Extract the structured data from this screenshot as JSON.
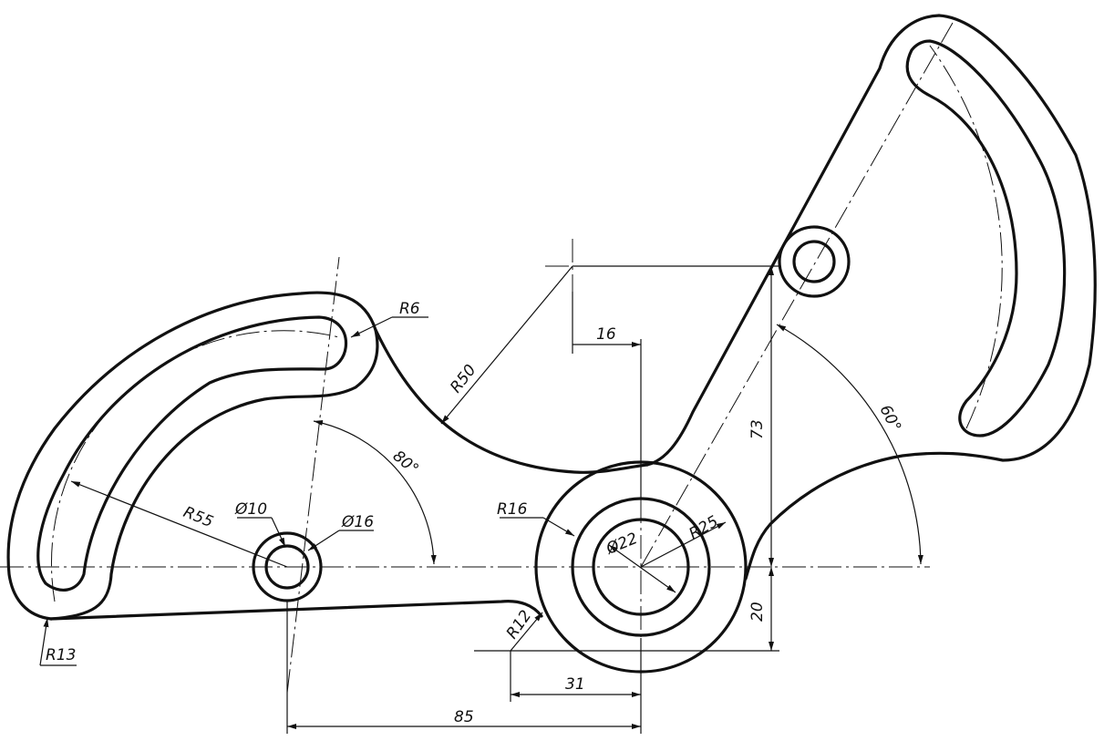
{
  "dimensions": {
    "r6": "R6",
    "r50": "R50",
    "d16_top": "16",
    "d73": "73",
    "ang60": "60°",
    "ang80": "80°",
    "r55": "R55",
    "phi10": "Ø10",
    "phi16": "Ø16",
    "r16": "R16",
    "phi22": "Ø22",
    "r25": "R25",
    "r12": "R12",
    "d20": "20",
    "d31": "31",
    "d85": "85",
    "r13": "R13"
  },
  "colors": {
    "line": "#111111",
    "paper": "#ffffff"
  }
}
